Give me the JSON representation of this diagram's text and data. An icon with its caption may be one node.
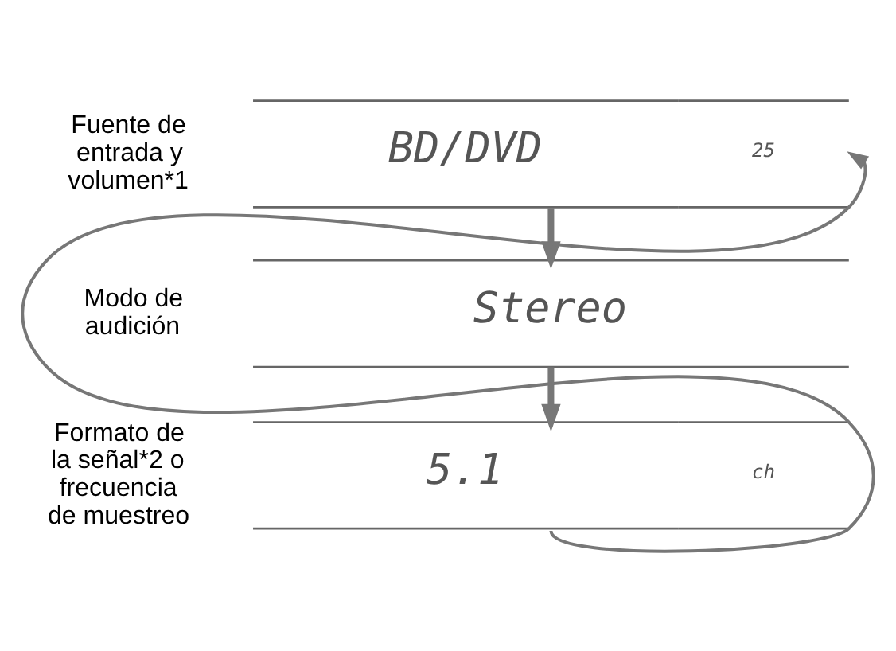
{
  "diagram": {
    "nodes": [
      {
        "text": [
          "BD/DVD",
          "25"
        ],
        "beside": [
          "Fuente de entrada y volumen*1"
        ]
      },
      {
        "text": [
          "Stereo"
        ],
        "beside": [
          "Modo de audición"
        ]
      },
      {
        "text": [
          "5.1",
          "ch"
        ],
        "beside": [
          "Formato de la señal*2 o frecuencia de muestreo"
        ]
      }
    ],
    "edges": [
      {
        "from": 0,
        "to": 1,
        "arrow": "to"
      },
      {
        "from": 1,
        "to": 2,
        "arrow": "to"
      },
      {
        "from": 2,
        "to": 0,
        "arrow": "to"
      }
    ]
  }
}
